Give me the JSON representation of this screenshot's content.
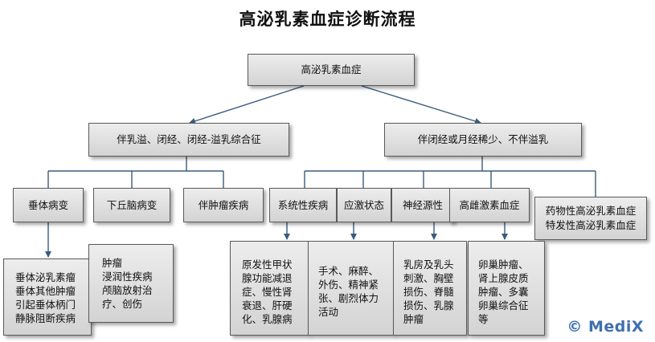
{
  "title": "高泌乳素血症诊断流程",
  "root": "高泌乳素血症",
  "level1": {
    "left": "伴乳溢、闭经、闭经-溢乳综合征",
    "right": "伴闭经或月经稀少、不伴溢乳"
  },
  "level2": {
    "pituitary": "垂体病变",
    "hypothalamus": "下丘脑病变",
    "tumor": "伴肿瘤疾病",
    "systemic": "系统性疾病",
    "stress": "应激状态",
    "neurogenic": "神经源性",
    "estrogen": "高雌激素血症",
    "drug_idiopathic": "药物性高泌乳素血症\n特发性高泌乳素血症"
  },
  "level3": {
    "pituitary": "垂体泌乳素瘤\n垂体其他肿瘤\n引起垂体柄门\n静脉阻断疾病",
    "hypothalamus": "肿瘤\n浸润性疾病\n颅脑放射治\n疗、创伤",
    "systemic": "原发性甲状\n腺功能减退\n症、慢性肾\n衰退、肝硬\n化、乳腺病",
    "stress": "手术、麻醉、\n外伤、精神紧\n张、剧烈体力\n活动",
    "neurogenic": "乳房及乳头\n刺激、胸壁\n损伤、脊髓\n损伤、乳腺\n肿瘤",
    "estrogen": "卵巢肿瘤、\n肾上腺皮质\n肿瘤、多囊\n卵巢综合征\n等"
  },
  "watermark": "© MediX"
}
